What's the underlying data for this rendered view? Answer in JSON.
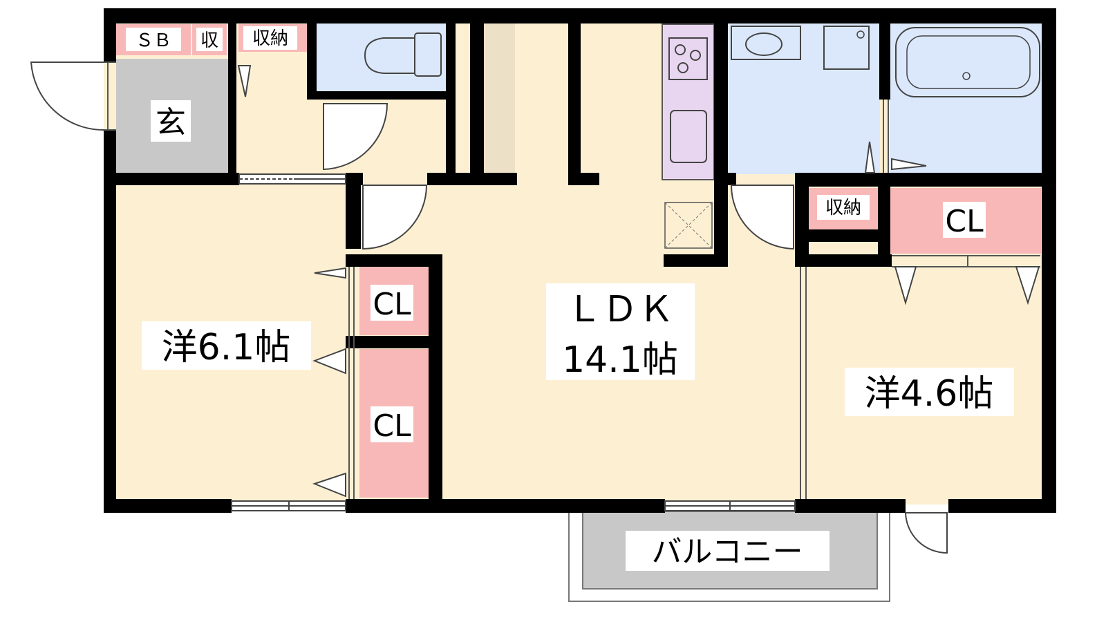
{
  "floorplan": {
    "rooms": {
      "ldk_name": "ＬＤＫ",
      "ldk_size": "14.1帖",
      "western_left": "洋6.1帖",
      "western_right": "洋4.6帖",
      "entrance": "玄",
      "balcony": "バルコニー"
    },
    "storage": {
      "shoe_box": "ＳＢ",
      "small_storage": "収",
      "storage_top": "収納",
      "storage_right": "収納",
      "closet_left_upper": "CL",
      "closet_left_lower": "CL",
      "closet_right": "CL"
    },
    "colors": {
      "room_fill": "#fdf0d2",
      "wet_area": "#dbe8fb",
      "storage_fill": "#f9b8b8",
      "entrance_fill": "#c8c8c8",
      "kitchen_fill": "#e8d6f0",
      "wall": "#000000",
      "hall_strip": "#ece0c6"
    }
  }
}
